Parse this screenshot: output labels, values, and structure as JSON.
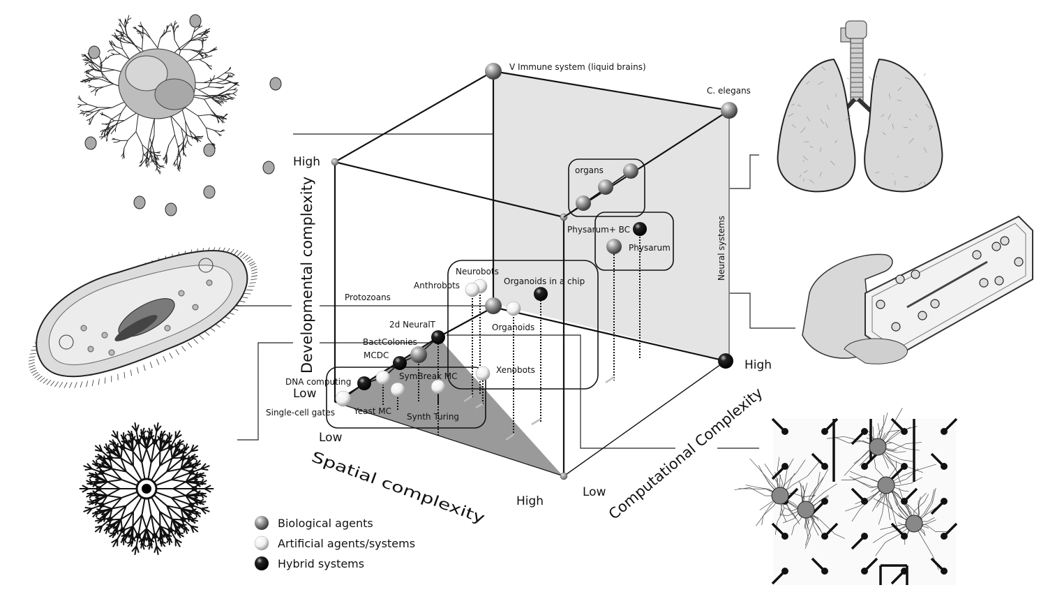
{
  "title": "3D morphospace of agents: spatial, developmental and computational complexity",
  "axes": {
    "developmental": {
      "title": "Developmental complexity",
      "low": "Low",
      "high": "High"
    },
    "spatial": {
      "title": "Spatial complexity",
      "low": "Low",
      "high": "High"
    },
    "computational": {
      "title": "Computational Complexity",
      "low": "Low",
      "high": "High"
    }
  },
  "plane_label": "Neural systems",
  "colors": {
    "biological": "#8a8a8a",
    "artificial": "#f2f2f2",
    "hybrid": "#111111",
    "back_plane": "#e4e4e4",
    "floor_plane": "#9a9a9a"
  },
  "points": [
    {
      "id": "immune",
      "label": "V Immune system (liquid brains)",
      "type": "biological"
    },
    {
      "id": "celegans",
      "label": "C. elegans",
      "type": "biological"
    },
    {
      "id": "organs",
      "label": "organs",
      "type": "biological"
    },
    {
      "id": "physarum_bc",
      "label": "Physarum+ BC",
      "type": "hybrid"
    },
    {
      "id": "physarum",
      "label": "Physarum",
      "type": "biological"
    },
    {
      "id": "neurobots",
      "label": "Neurobots",
      "type": "artificial"
    },
    {
      "id": "anthrobots",
      "label": "Anthrobots",
      "type": "artificial"
    },
    {
      "id": "organoids_chip",
      "label": "Organoids in a chip",
      "type": "hybrid"
    },
    {
      "id": "protozoans",
      "label": "Protozoans",
      "type": "biological"
    },
    {
      "id": "organoids",
      "label": "Organoids",
      "type": "artificial"
    },
    {
      "id": "neuralt2d",
      "label": "2d NeuralT",
      "type": "hybrid"
    },
    {
      "id": "bactcolonies",
      "label": "BactColonies",
      "type": "biological"
    },
    {
      "id": "mcdc",
      "label": "MCDC",
      "type": "hybrid"
    },
    {
      "id": "xenobots",
      "label": "Xenobots",
      "type": "artificial"
    },
    {
      "id": "dna",
      "label": "DNA computing",
      "type": "hybrid"
    },
    {
      "id": "symbreak",
      "label": "SymBreak MC",
      "type": "artificial"
    },
    {
      "id": "yeast",
      "label": "Yeast MC",
      "type": "artificial"
    },
    {
      "id": "synthturing",
      "label": "Synth Turing",
      "type": "artificial"
    },
    {
      "id": "singlecell",
      "label": "Single-cell gates",
      "type": "artificial"
    },
    {
      "id": "highcorner",
      "label": "High",
      "type": "hybrid"
    }
  ],
  "legend": [
    {
      "label": "Biological agents",
      "type": "biological"
    },
    {
      "label": "Artificial agents/systems",
      "type": "artificial"
    },
    {
      "label": "Hybrid systems",
      "type": "hybrid"
    }
  ],
  "illustrations": [
    {
      "name": "fungal-mycelium-illustration"
    },
    {
      "name": "paramecium-illustration"
    },
    {
      "name": "bacterial-colony-fractal-illustration"
    },
    {
      "name": "lungs-illustration"
    },
    {
      "name": "organ-on-chip-illustration"
    },
    {
      "name": "neurons-on-electrode-array-illustration"
    }
  ]
}
